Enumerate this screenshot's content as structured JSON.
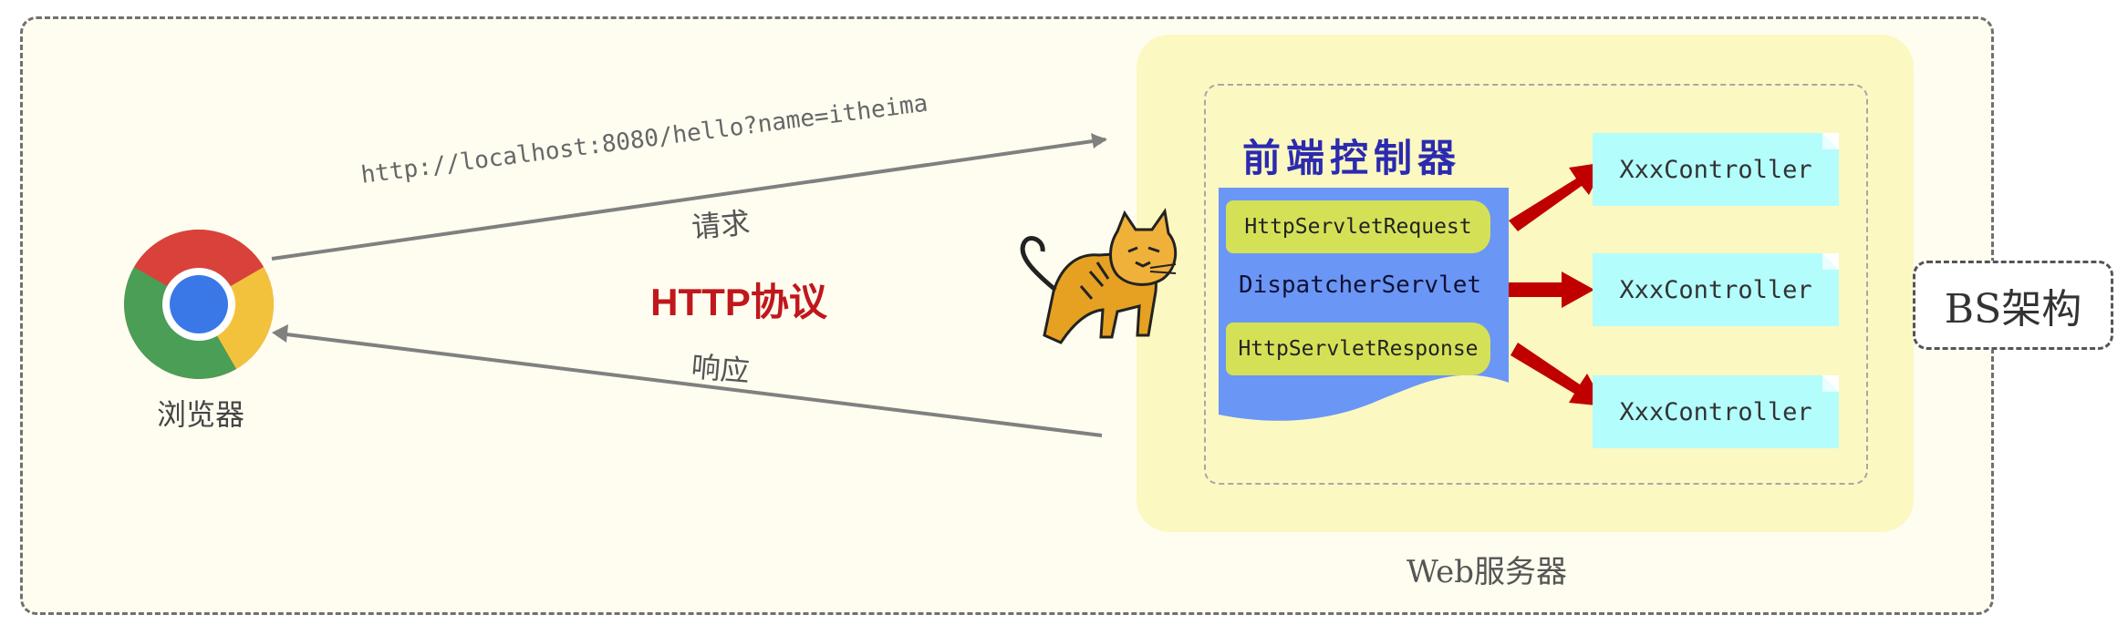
{
  "architecture_label": "BS架构",
  "browser": {
    "label": "浏览器",
    "icon": "chrome-icon"
  },
  "protocol_label": "HTTP协议",
  "request": {
    "label": "请求",
    "url": "http://localhost:8080/hello?name=itheima"
  },
  "response": {
    "label": "响应"
  },
  "server": {
    "label": "Web服务器",
    "icon": "tomcat-icon"
  },
  "front_controller": {
    "title": "前端控制器",
    "request_object": "HttpServletRequest",
    "servlet": "DispatcherServlet",
    "response_object": "HttpServletResponse"
  },
  "controllers": [
    "XxxController",
    "XxxController",
    "XxxController"
  ],
  "colors": {
    "outer_background": "#fefdf0",
    "server_background": "#fbf8c1",
    "front_controller_fill": "#6a96f6",
    "object_pill": "#d4e157",
    "controller_fill": "#b4fdfd",
    "dispatch_arrow": "#c00000",
    "protocol_text": "#c0171d",
    "title_text": "#2b2ab0"
  }
}
